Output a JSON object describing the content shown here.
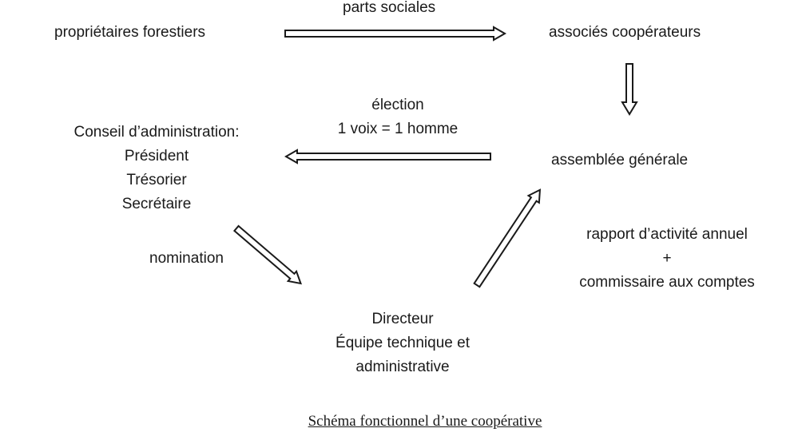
{
  "nodes": {
    "proprietaires": "propriétaires  forestiers",
    "associes": "associés coopérateurs",
    "conseil": {
      "title": "Conseil d’administration:",
      "roles": [
        "Président",
        "Trésorier",
        "Secrétaire"
      ]
    },
    "assemblee": "assemblée générale",
    "directeur": [
      "Directeur",
      "Équipe technique et",
      "administrative"
    ]
  },
  "edges": {
    "parts_sociales": "parts sociales",
    "election": [
      "élection",
      "1 voix = 1 homme"
    ],
    "nomination": "nomination",
    "rapport": [
      "rapport d’activité annuel",
      "+",
      "commissaire aux comptes"
    ]
  },
  "caption": "Schéma fonctionnel d’une coopérative"
}
